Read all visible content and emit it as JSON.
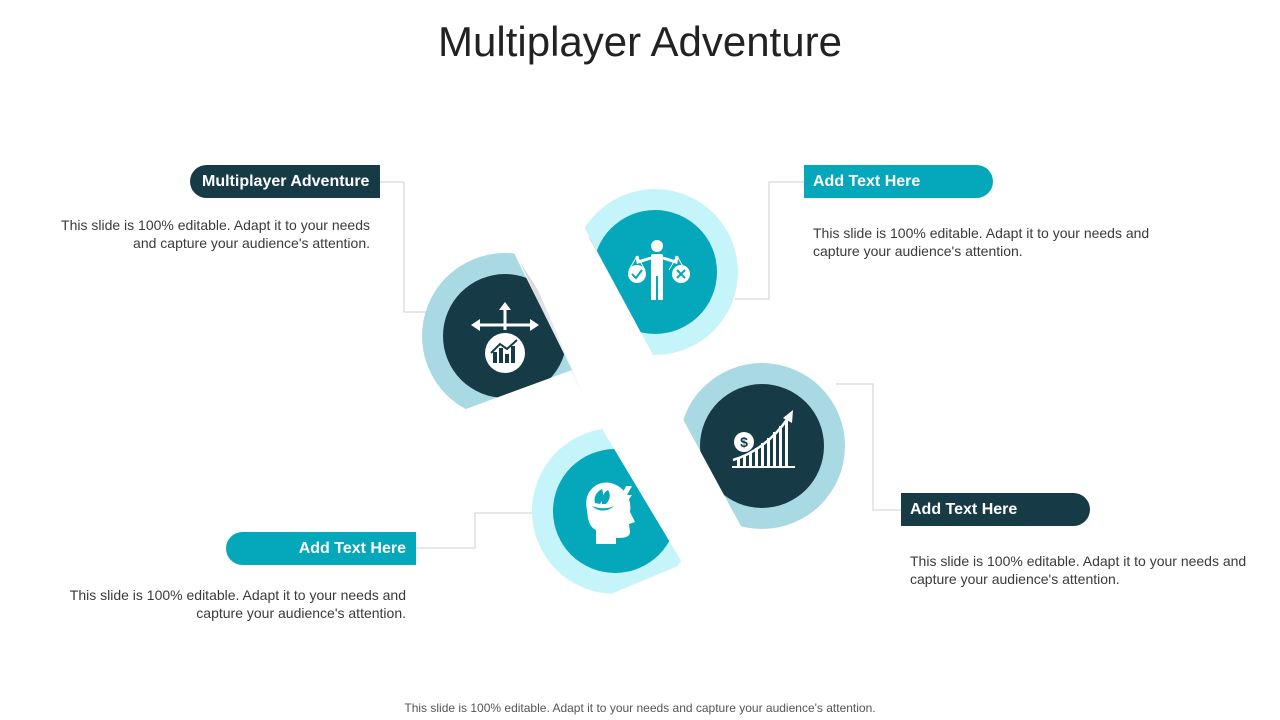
{
  "title": "Multiplayer Adventure",
  "items": [
    {
      "heading": "Multiplayer Adventure",
      "text": "This slide is 100% editable. Adapt it to your needs and capture your audience's attention.",
      "icon": "decision-arrows-chart-icon"
    },
    {
      "heading": "Add Text Here",
      "text": "This slide is 100% editable. Adapt it to your needs and capture your audience's attention.",
      "icon": "person-balance-scale-icon"
    },
    {
      "heading": "Add Text Here",
      "text": "This slide is 100% editable. Adapt it to your needs and capture your audience's attention.",
      "icon": "head-lotus-lightning-icon"
    },
    {
      "heading": "Add Text Here",
      "text": "This slide is 100% editable. Adapt it to your needs and capture your audience's attention.",
      "icon": "dollar-growth-chart-icon"
    }
  ],
  "footer": "This slide is 100% editable. Adapt it to your needs and capture your audience's attention.",
  "colors": {
    "dark": "#173b46",
    "teal": "#05a8bb",
    "light_blue": "#a9d9e3",
    "pale_cyan": "#c6f4fb"
  }
}
